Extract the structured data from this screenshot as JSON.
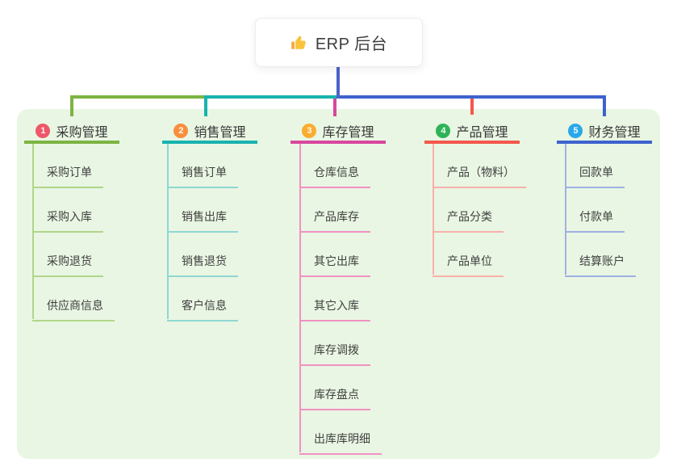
{
  "root": {
    "icon": "thumbs-up-icon",
    "label": "ERP 后台"
  },
  "colors": {
    "panel_bg": "#e9f6e3",
    "root_stem": "#4c63c8",
    "card_bg": "#ffffff",
    "title_text": "#383838",
    "item_text": "#404040"
  },
  "branches": [
    {
      "index": "1",
      "label": "采购管理",
      "color": "#7cb442",
      "light_color": "#b0d689",
      "badge_color": "#ef5769",
      "children": [
        "采购订单",
        "采购入库",
        "采购退货",
        "供应商信息"
      ]
    },
    {
      "index": "2",
      "label": "销售管理",
      "color": "#17b3ae",
      "light_color": "#8ed7d2",
      "badge_color": "#f98e3e",
      "children": [
        "销售订单",
        "销售出库",
        "销售退货",
        "客户信息"
      ]
    },
    {
      "index": "3",
      "label": "库存管理",
      "color": "#d8479e",
      "light_color": "#f191c4",
      "badge_color": "#fbac2e",
      "children": [
        "仓库信息",
        "产品库存",
        "其它出库",
        "其它入库",
        "库存调拨",
        "库存盘点",
        "出库库明细"
      ]
    },
    {
      "index": "4",
      "label": "产品管理",
      "color": "#f4574d",
      "light_color": "#f9b0aa",
      "badge_color": "#2eb356",
      "children": [
        "产品（物料）",
        "产品分类",
        "产品单位"
      ]
    },
    {
      "index": "5",
      "label": "财务管理",
      "color": "#3d63cd",
      "light_color": "#9fb1e2",
      "badge_color": "#2aa7e9",
      "children": [
        "回款单",
        "付款单",
        "结算账户"
      ]
    }
  ]
}
